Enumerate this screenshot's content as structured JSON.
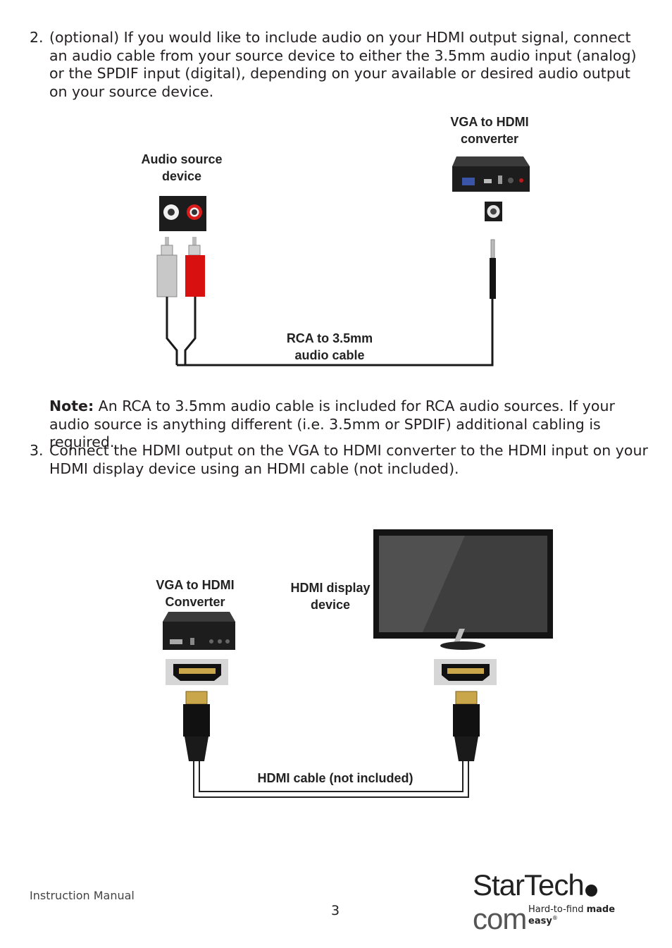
{
  "step2": {
    "number": "2.",
    "text": "(optional) If you would like to include audio on your HDMI output signal, connect an audio cable from your source device to either the 3.5mm audio input (analog) or the SPDIF input (digital), depending on your available or desired audio output on your source device."
  },
  "diagram1": {
    "converter_label_1": "VGA to HDMI",
    "converter_label_2": "converter",
    "source_label_1": "Audio source",
    "source_label_2": "device",
    "cable_label_1": "RCA to 3.5mm",
    "cable_label_2": "audio cable"
  },
  "note": {
    "label": "Note:",
    "text": " An RCA to 3.5mm audio cable is included for RCA audio sources. If your audio source is anything different (i.e. 3.5mm or SPDIF) additional cabling is required."
  },
  "step3": {
    "number": "3.",
    "text": "Connect the HDMI output on the VGA to HDMI converter to the HDMI input on your HDMI display device using an HDMI cable (not included)."
  },
  "diagram2": {
    "converter_label_1": "VGA to HDMI",
    "converter_label_2": "Converter",
    "display_label_1": "HDMI display",
    "display_label_2": "device",
    "cable_label": "HDMI cable (not included)"
  },
  "footer": {
    "left": "Instruction Manual",
    "page": "3",
    "logo_start": "StarTech",
    "logo_end": "com",
    "tag_plain": "Hard-to-find ",
    "tag_bold": "made easy",
    "tag_reg": "®"
  }
}
